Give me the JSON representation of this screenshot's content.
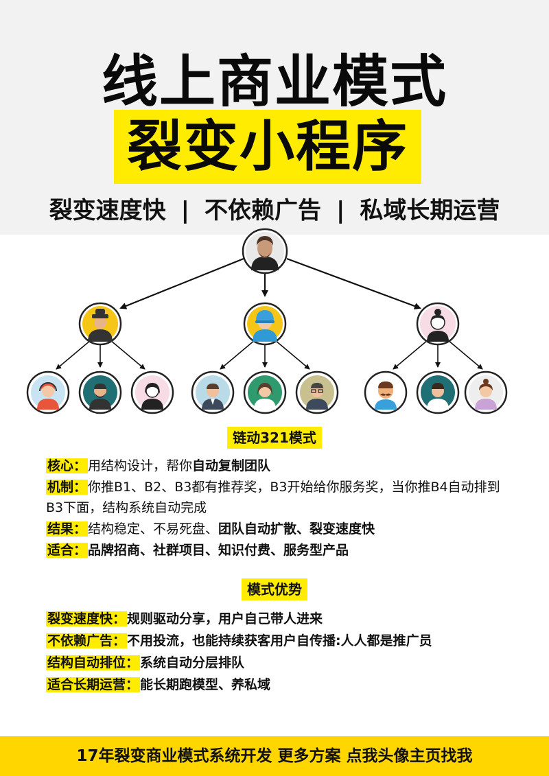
{
  "header": {
    "title_line1": "线上商业模式",
    "title_line2": "裂变小程序",
    "subtitle": [
      "裂变速度快",
      "不依赖广告",
      "私域长期运营"
    ],
    "separator": "|"
  },
  "tree": {
    "root_avatar": "man-portrait-avatar",
    "level2_avatars": [
      "hat-man-avatar",
      "helmet-man-avatar",
      "bun-woman-avatar"
    ],
    "level3_avatars": [
      "headset-woman-avatar",
      "bearded-man-avatar",
      "woman-avatar",
      "suit-man-avatar",
      "green-woman-avatar",
      "glasses-man-avatar",
      "mustache-man-avatar",
      "smiling-man-avatar",
      "bun-girl-avatar"
    ]
  },
  "section1": {
    "title": "链动321模式",
    "core_label": "核心：",
    "core_text": "用结构设计，帮你",
    "core_bold": "自动复制团队",
    "mechanism_label": "机制：",
    "mechanism_text": "你推B1、B2、B3都有推荐奖，B3开始给你服务奖，当你推B4自动排到B3下面，结构系统自动完成",
    "result_label": "结果：",
    "result_text": "结构稳定、不易死盘、",
    "result_bold": "团队自动扩散、裂变速度快",
    "fit_label": "适合：",
    "fit_bold": "品牌招商、社群项目、知识付费、服务型产品"
  },
  "section2": {
    "title": "模式优势",
    "items": [
      {
        "label": "裂变速度快：",
        "text": "规则驱动分享，用户自己带人进来"
      },
      {
        "label": "不依赖广告：",
        "text": "不用投流，也能持续获客用户自传播:人人都是推广员"
      },
      {
        "label": "结构自动排位：",
        "text": "系统自动分层排队"
      },
      {
        "label": "适合长期运营：",
        "text": "能长期跑模型、养私域"
      }
    ]
  },
  "footer": {
    "text": "17年裂变商业模式系统开发 更多方案 点我头像主页找我"
  },
  "colors": {
    "accent_yellow": "#ffec00",
    "footer_yellow": "#ffd600",
    "header_gray": "#f2f2f2"
  }
}
